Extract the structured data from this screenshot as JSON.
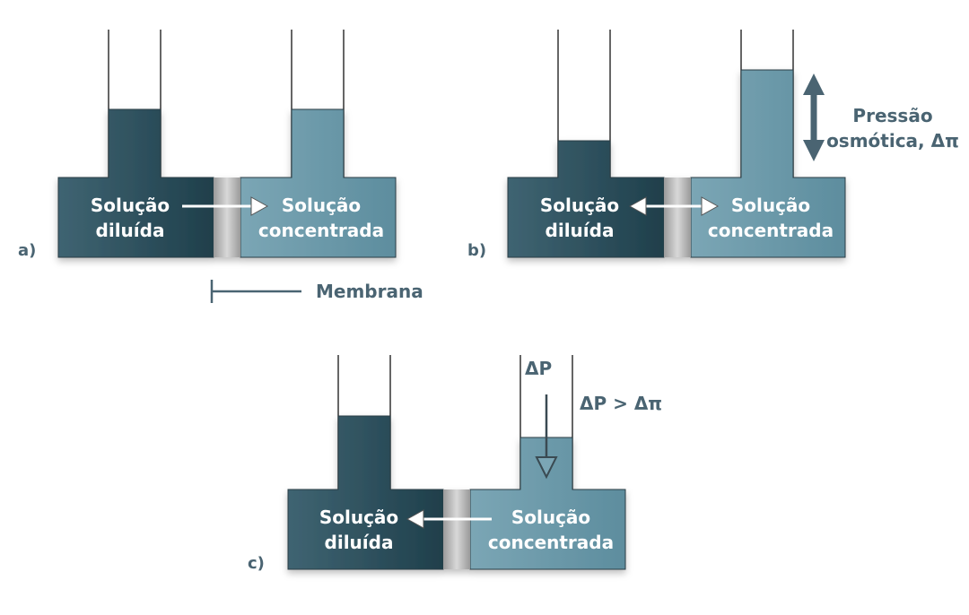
{
  "colors": {
    "dilute": "#2e5260",
    "concentrated": "#6a96a6",
    "text_dark": "#4a6472",
    "outline": "#3a4a52"
  },
  "panels": {
    "a": {
      "label": "a)",
      "left_line1": "Solução",
      "left_line2": "diluída",
      "right_line1": "Solução",
      "right_line2": "concentrada",
      "membrane_label": "Membrana"
    },
    "b": {
      "label": "b)",
      "left_line1": "Solução",
      "left_line2": "diluída",
      "right_line1": "Solução",
      "right_line2": "concentrada",
      "pressure_line1": "Pressão",
      "pressure_line2": "osmótica, Δπ"
    },
    "c": {
      "label": "c)",
      "left_line1": "Solução",
      "left_line2": "diluída",
      "right_line1": "Solução",
      "right_line2": "concentrada",
      "applied_pressure": "ΔP",
      "condition": "ΔP > Δπ"
    }
  }
}
